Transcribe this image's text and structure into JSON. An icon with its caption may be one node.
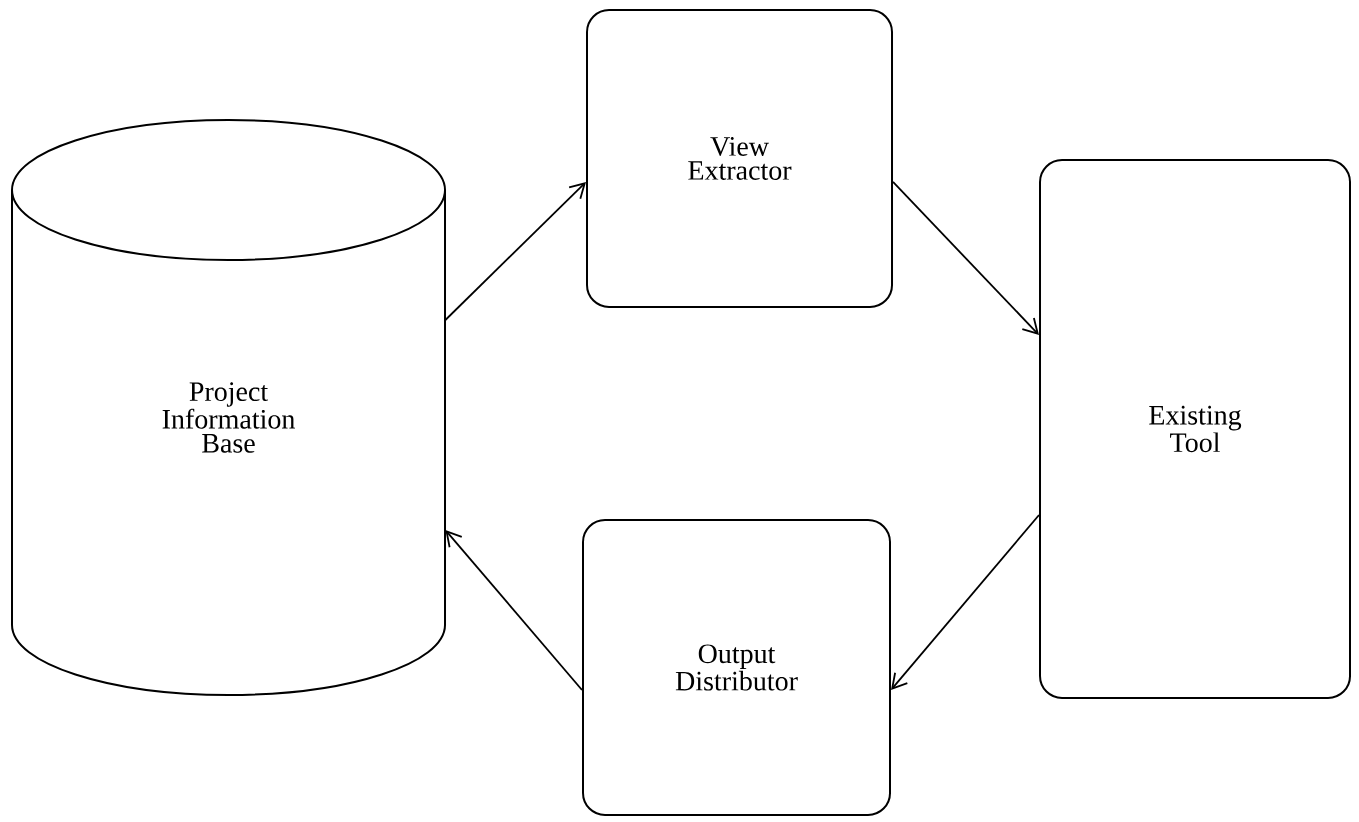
{
  "diagram": {
    "nodes": [
      {
        "text": [
          "Project Information Base"
        ]
      },
      {
        "text": [
          "View Extractor"
        ]
      },
      {
        "text": [
          "Existing Tool"
        ]
      },
      {
        "text": [
          "Output Distributor"
        ]
      }
    ],
    "edges": [
      {
        "from": 0,
        "to": 1,
        "arrow": "to"
      },
      {
        "from": 1,
        "to": 2,
        "arrow": "to"
      },
      {
        "from": 2,
        "to": 3,
        "arrow": "to"
      },
      {
        "from": 3,
        "to": 0,
        "arrow": "to"
      }
    ]
  }
}
